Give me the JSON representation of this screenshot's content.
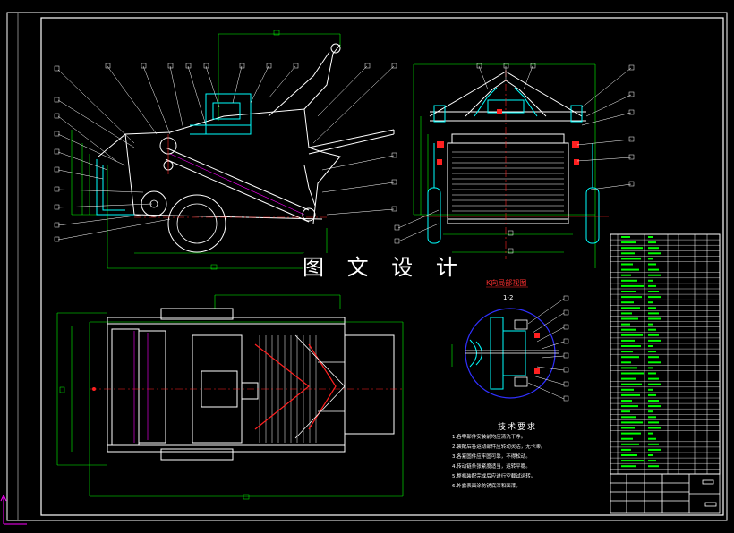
{
  "watermark": "图 文 设 计",
  "detail_view": {
    "title": "K向局部视图",
    "section_label": "1-2"
  },
  "technical_requirements": {
    "title": "技术要求",
    "notes": [
      "1.各零部件安装前均应清洗干净。",
      "2.装配后各运动部件应转动灵活，无卡滞。",
      "3.各紧固件应牢固可靠，不得松动。",
      "4.传动链条张紧度适当，运转平稳。",
      "5.整机装配完成后应进行空载试运转。",
      "6.外露表面涂防锈底漆和面漆。"
    ]
  },
  "colors": {
    "background": "#000000",
    "frame": "#ffffff",
    "outline": "#ffffff",
    "dimension": "#00ff00",
    "centerline": "#ff2020",
    "section": "#00ffff",
    "hidden": "#ff00ff",
    "detail_circle": "#3030ff",
    "table_text": "#00ff00"
  }
}
